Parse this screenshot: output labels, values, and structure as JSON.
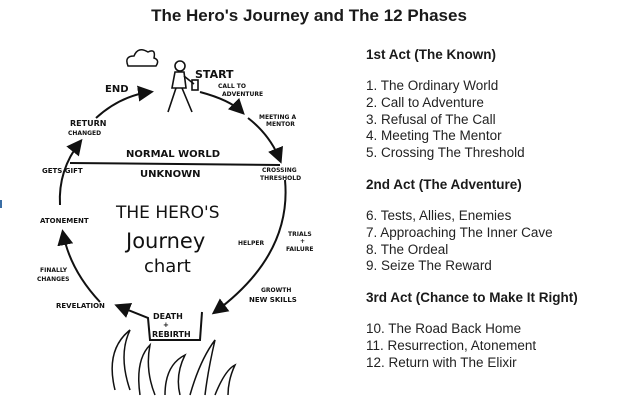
{
  "title": "The Hero's Journey and The 12 Phases",
  "acts": [
    {
      "heading": "1st Act (The Known)",
      "items": [
        "1. The Ordinary World",
        "2. Call to Adventure",
        "3. Refusal of The Call",
        "4. Meeting The Mentor",
        "5. Crossing The Threshold"
      ]
    },
    {
      "heading": "2nd Act (The Adventure)",
      "items": [
        "6. Tests, Allies, Enemies",
        "7. Approaching The Inner Cave",
        "8. The Ordeal",
        "9. Seize The Reward"
      ]
    },
    {
      "heading": "3rd Act (Chance to Make It Right)",
      "items": [
        "10. The Road Back Home",
        "11. Resurrection, Atonement",
        "12. Return with The Elixir"
      ]
    }
  ],
  "diagram": {
    "start": "START",
    "call": [
      "CALL TO",
      "ADVENTURE"
    ],
    "end": "END",
    "return": [
      "RETURN",
      "CHANGED"
    ],
    "mentor": [
      "MEETING A",
      "MENTOR"
    ],
    "normal_world": "NORMAL WORLD",
    "unknown": "UNKNOWN",
    "crossing": [
      "CROSSING",
      "THRESHOLD"
    ],
    "gets_gift": "GETS GIFT",
    "center": [
      "THE HERO'S",
      "Journey",
      "chart"
    ],
    "atonement": "ATONEMENT",
    "helper": "HELPER",
    "trials": [
      "TRIALS",
      "+",
      "FAILURE"
    ],
    "finally": [
      "FINALLY",
      "CHANGES"
    ],
    "growth": [
      "GROWTH",
      "NEW SKILLS"
    ],
    "revelation": "REVELATION",
    "death": [
      "DEATH",
      "+",
      "REBIRTH"
    ]
  }
}
